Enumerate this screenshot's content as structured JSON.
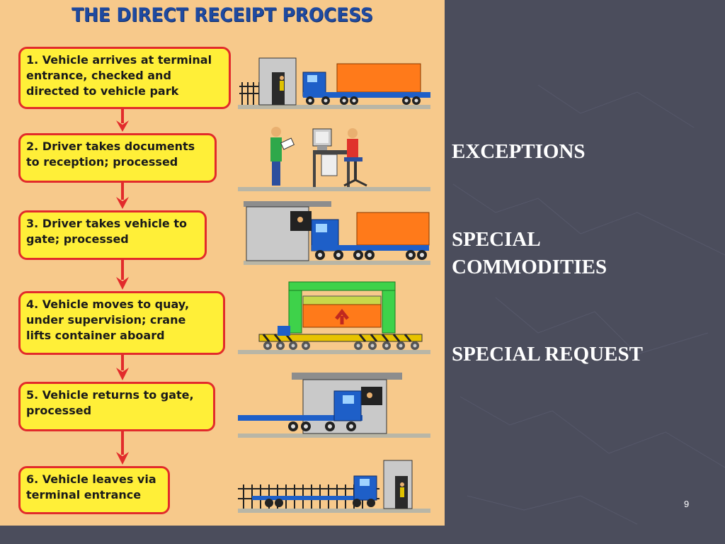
{
  "poster": {
    "title": "THE DIRECT RECEIPT PROCESS",
    "steps": [
      "1. Vehicle arrives at terminal\nentrance, checked and\ndirected to vehicle park",
      "2. Driver takes documents\nto reception; processed",
      "3. Driver takes vehicle to\ngate; processed",
      "4. Vehicle moves to quay,\nunder supervision; crane\nlifts container aboard",
      "5. Vehicle returns  to gate,\nprocessed",
      "6. Vehicle leaves via\nterminal entrance"
    ]
  },
  "notes": {
    "exceptions": "EXCEPTIONS",
    "special_commodities_line1": "SPECIAL",
    "special_commodities_line2": "COMMODITIES",
    "special_request": "SPECIAL REQUEST"
  },
  "slide": {
    "page_number": "9"
  },
  "colors": {
    "background": "#4b4d5c",
    "poster": "#f7c98b",
    "step_fill": "#ffef38",
    "step_border": "#e22b2b",
    "title": "#1f4aa0",
    "truck_cab": "#1e5fc8",
    "container": "#ff7a1a",
    "crane": "#3ed24a"
  }
}
